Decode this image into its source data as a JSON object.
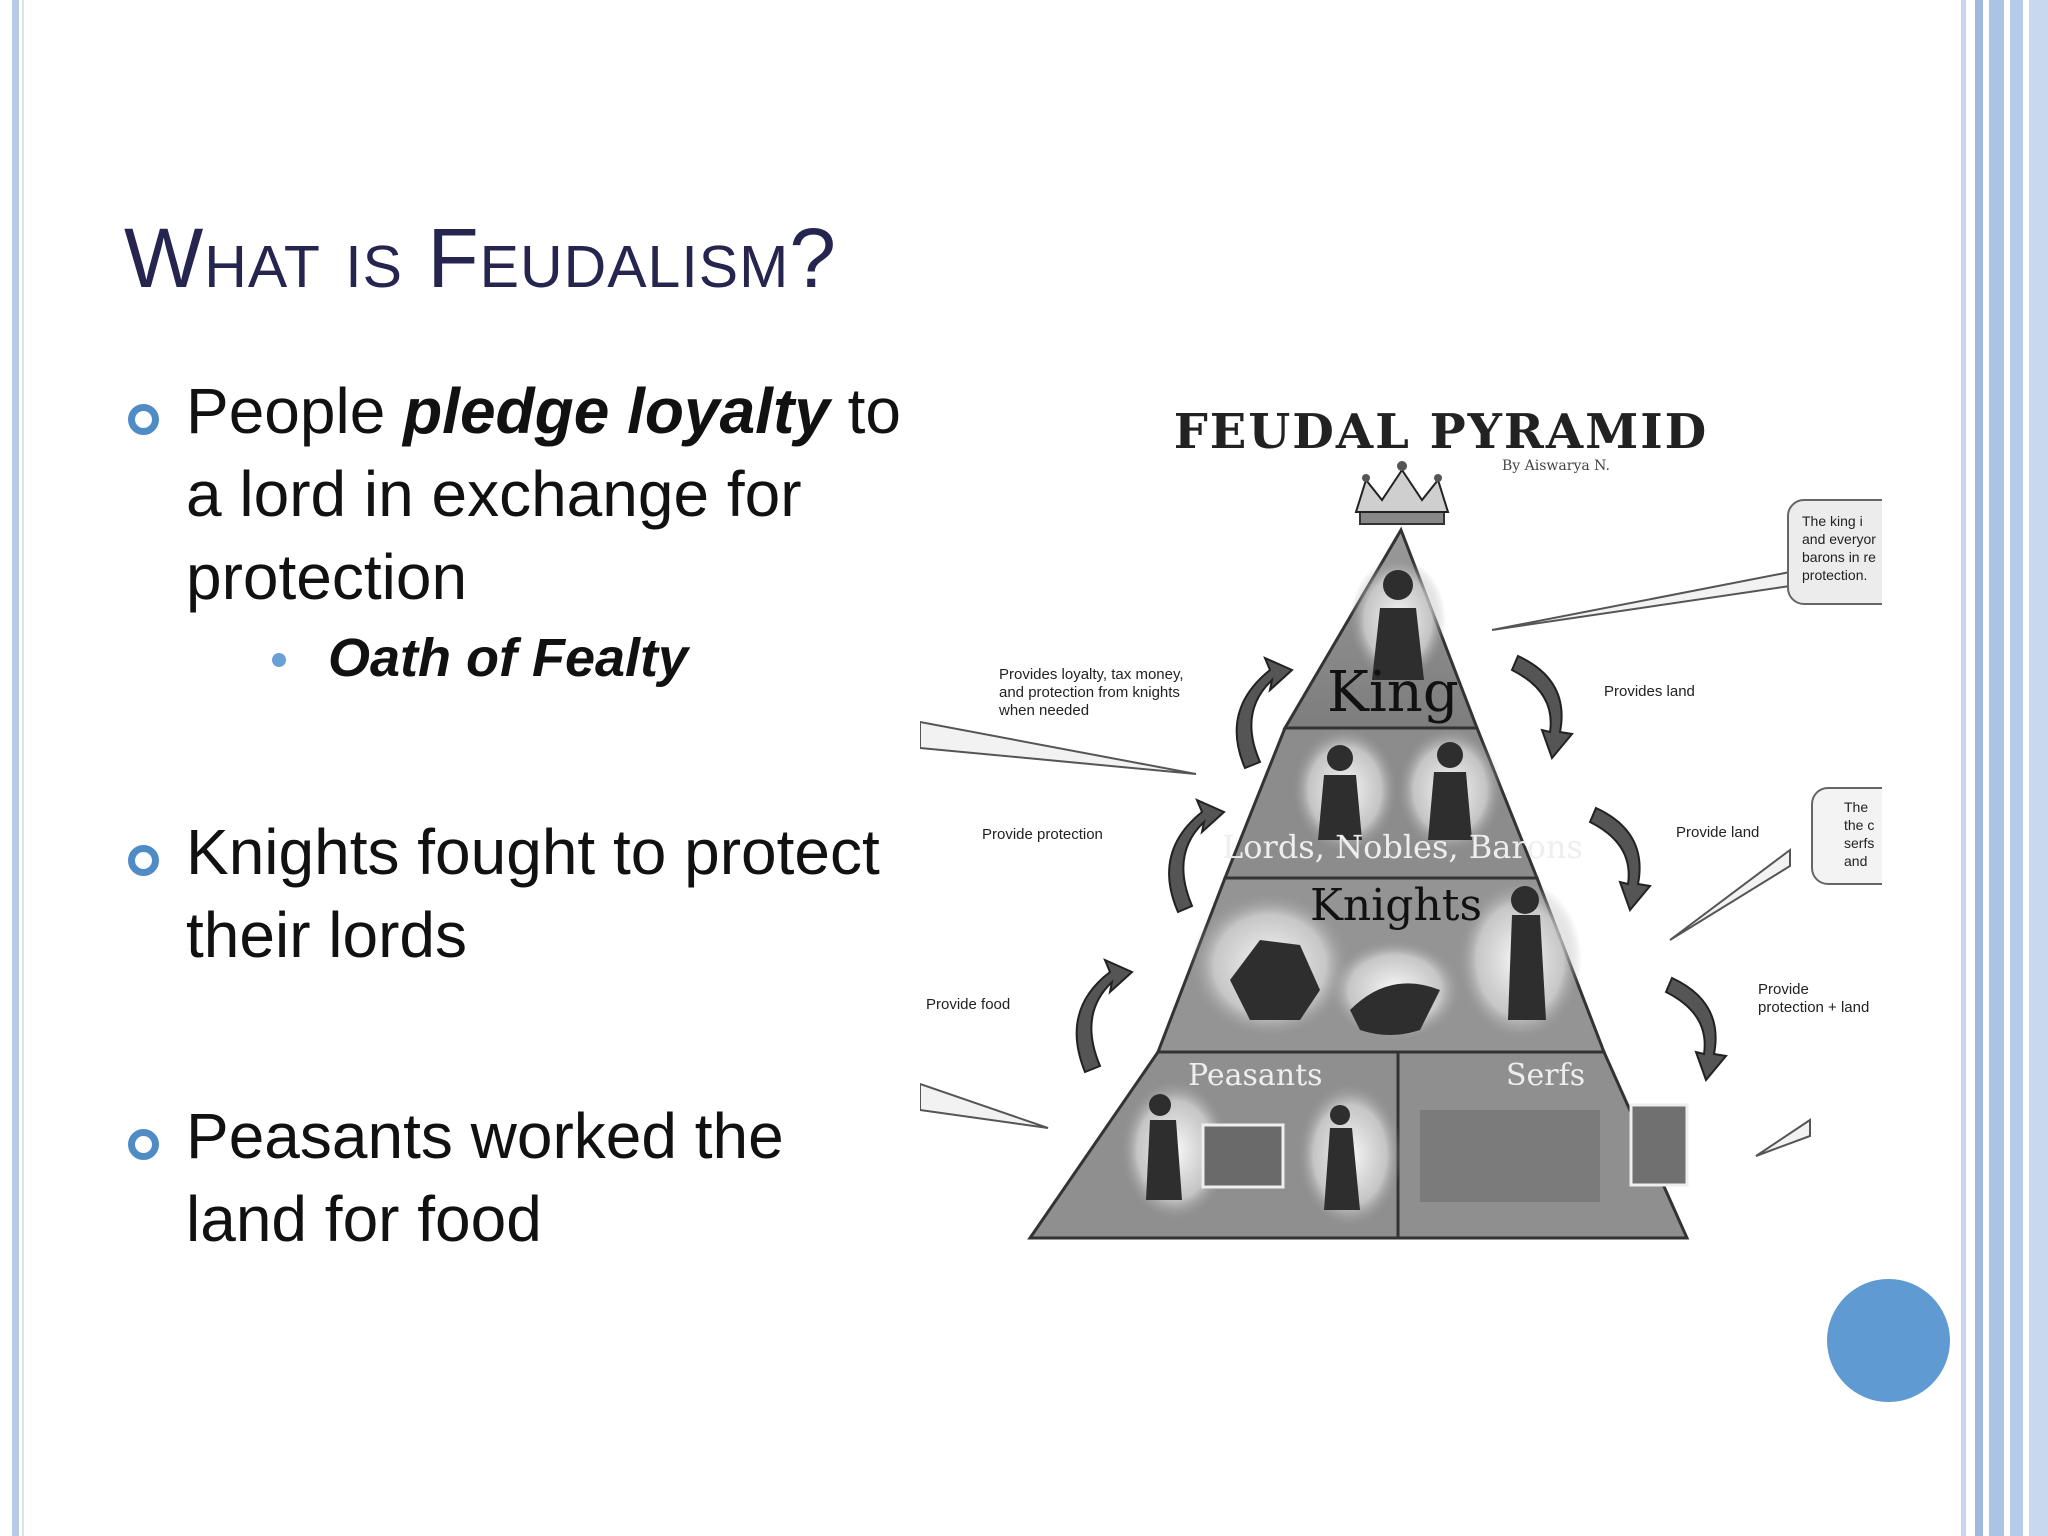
{
  "slide": {
    "title": "What is Feudalism?"
  },
  "bullets": [
    {
      "text_before": "People ",
      "emphasis": "pledge loyalty",
      "text_after": " to a lord in exchange for protection",
      "sub": "Oath of Fealty"
    },
    {
      "text": "Knights fought to protect their lords"
    },
    {
      "text": "Peasants worked the land for food"
    }
  ],
  "figure": {
    "title": "FEUDAL PYRAMID",
    "byline": "By Aiswarya N.",
    "tiers": {
      "king": "King",
      "lords": "Lords, Nobles, Barons",
      "knights": "Knights",
      "peasants": "Peasants",
      "serfs": "Serfs"
    },
    "left_labels": {
      "loyalty": "Provides loyalty, tax money, and protection from knights when needed",
      "protection": "Provide protection",
      "food": "Provide food"
    },
    "right_labels": {
      "land1": "Provides land",
      "land2": "Provide land",
      "land3": "Provide protection + land"
    },
    "callouts": {
      "top": "The king i and everyor barons in re protection.",
      "middle": "The the c serfs and"
    }
  },
  "colors": {
    "title": "#25254f",
    "bullet_marker": "#4f8cc6",
    "frame_blue": "#9fb9e0",
    "nav_circle": "#5f9ad2"
  }
}
